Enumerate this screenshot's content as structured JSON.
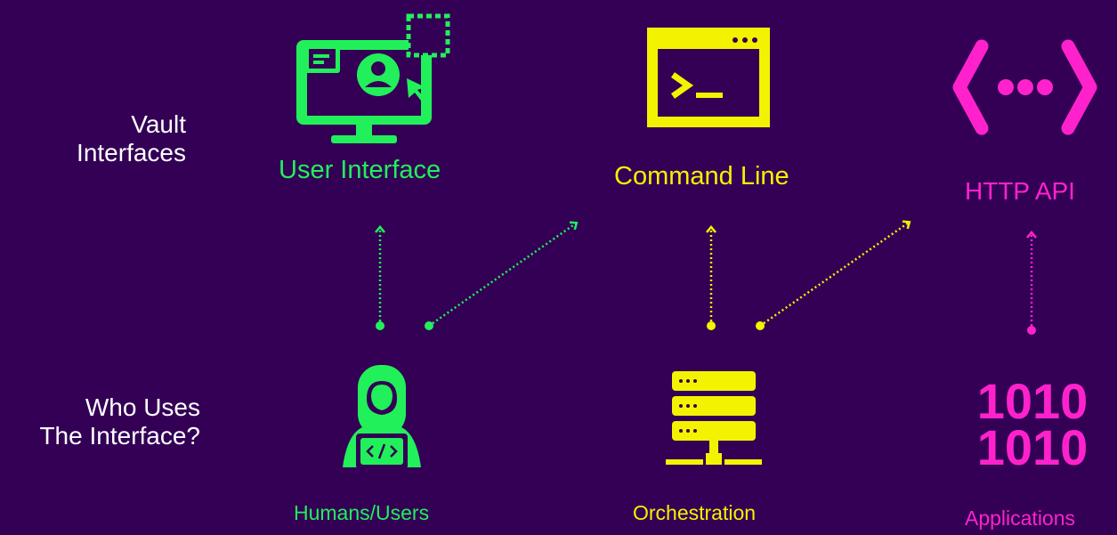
{
  "row_labels": {
    "top": [
      "Vault",
      "Interfaces"
    ],
    "bottom": [
      "Who Uses",
      "The Interface?"
    ]
  },
  "interfaces": {
    "ui": "User Interface",
    "cli": "Command Line",
    "api": "HTTP API"
  },
  "users": {
    "humans": "Humans/Users",
    "orchestration": "Orchestration",
    "applications": "Applications"
  },
  "binary_icon_text": [
    "1010",
    "1010"
  ],
  "colors": {
    "background": "#330055",
    "green": "#22f05a",
    "yellow": "#f3f300",
    "pink": "#ff22cc"
  },
  "icons": [
    "monitor-user-icon",
    "terminal-icon",
    "api-code-icon",
    "developer-icon",
    "server-stack-icon",
    "binary-icon"
  ]
}
